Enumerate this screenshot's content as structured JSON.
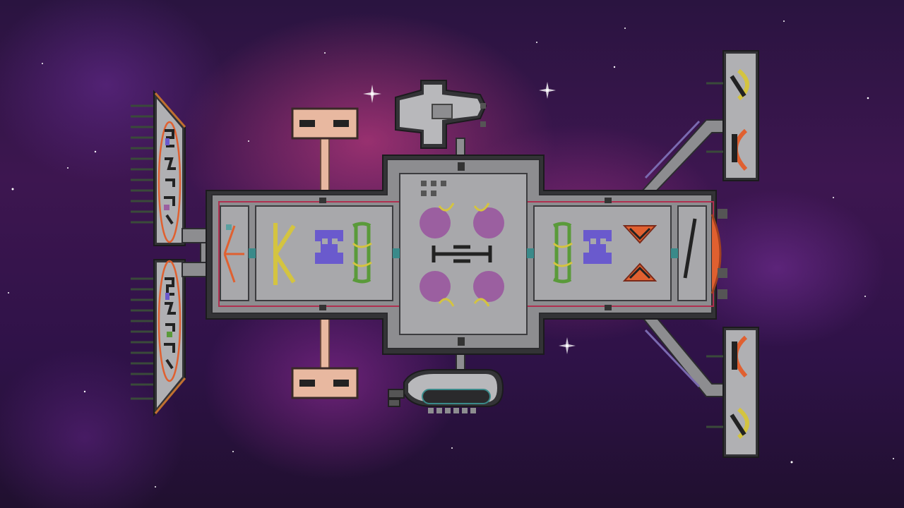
{
  "scene": {
    "type": "ship-layout-view",
    "colors": {
      "space_base": "#2a1440",
      "nebula_pink": "#e6468c",
      "hull_dark": "#333336",
      "room_floor": "#a8a8ab",
      "corridor_floor": "#8d8d90",
      "door_trim": "#b03050",
      "system_shield": "#9b5fa0",
      "system_weapons": "#e06030",
      "system_purple_icon": "#6a5acd",
      "system_green_icon": "#5a9a3a",
      "system_yellow_icon": "#d4c440",
      "pod_peach": "#e8b8a0"
    },
    "modules": [
      "main-ship",
      "upper-docked-shuttle",
      "lower-docked-shuttle",
      "left-weapon-array-top",
      "left-weapon-array-bottom",
      "right-outrigger-top",
      "right-outrigger-bottom",
      "upper-sensor-pod",
      "lower-sensor-pod"
    ]
  }
}
